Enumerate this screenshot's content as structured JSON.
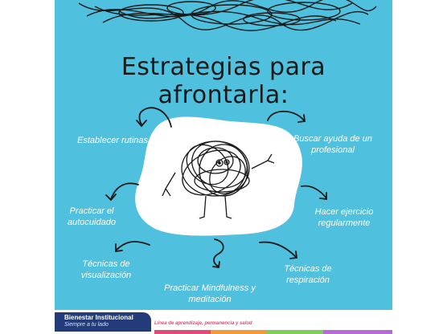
{
  "title": "Estrategias para afrontarla:",
  "strategies": [
    "Establecer rutinas",
    "Buscar ayuda de un profesional",
    "Practicar el autocuidado",
    "Hacer ejercicio regularmente",
    "Técnicas de visualización",
    "Técnicas de respiración",
    "Practicar Mindfulness y meditación"
  ],
  "footer": {
    "brand": "Bienestar Institucional",
    "tagline": "Siempre a tu lado",
    "line": "Línea de aprendizaje, permanencia y salud"
  },
  "colors": {
    "background": "#4fc0de",
    "blob": "#ffffff",
    "ink": "#1a1a1a",
    "brand": "#243b7a",
    "accent": "#e14b7a"
  }
}
